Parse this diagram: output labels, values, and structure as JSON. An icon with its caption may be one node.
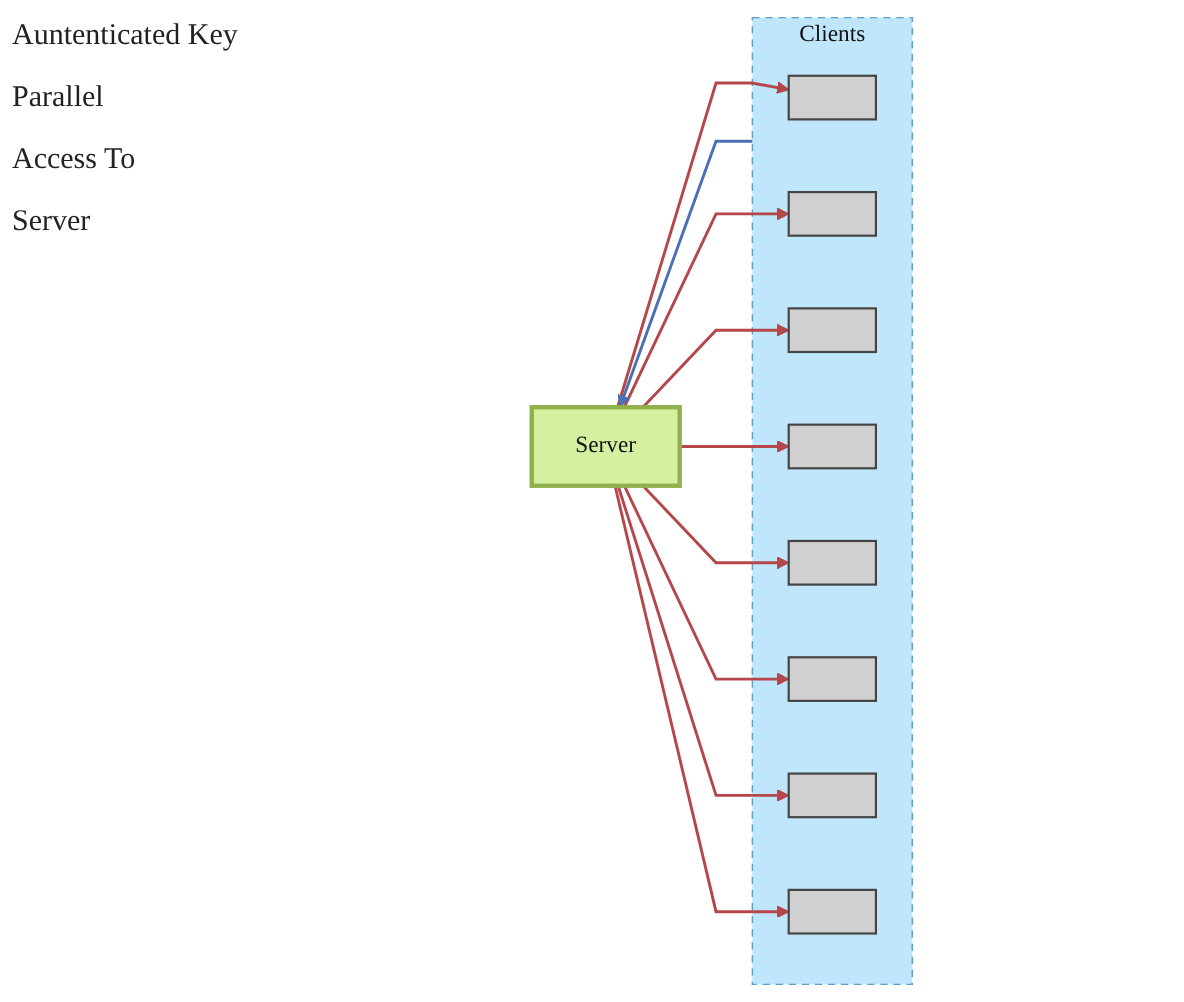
{
  "diagram": {
    "nodes": [
      {
        "text": [
          "Server"
        ]
      },
      {
        "text": [
          "Clients"
        ]
      },
      {
        "text": [],
        "shape": "box",
        "in": 1
      },
      {
        "text": [],
        "shape": "box",
        "in": 1
      },
      {
        "text": [],
        "shape": "box",
        "in": 1
      },
      {
        "text": [],
        "shape": "box",
        "in": 1
      },
      {
        "text": [],
        "shape": "box",
        "in": 1
      },
      {
        "text": [],
        "shape": "box",
        "in": 1
      },
      {
        "text": [],
        "shape": "box",
        "in": 1
      },
      {
        "text": [],
        "shape": "box",
        "in": 1
      }
    ],
    "edges": [
      {
        "from": 0,
        "to": 4,
        "arrow": "to"
      },
      {
        "from": 0,
        "to": 3,
        "arrow": "to"
      },
      {
        "from": 0,
        "to": 2,
        "arrow": "to"
      },
      {
        "from": 0,
        "to": 5,
        "arrow": "to"
      },
      {
        "from": 1,
        "to": 0,
        "arrow": "to",
        "color": "#4a6fb5"
      },
      {
        "from": 0,
        "to": 6,
        "arrow": "to"
      },
      {
        "from": 0,
        "to": 7,
        "arrow": "to"
      },
      {
        "from": 0,
        "to": 8,
        "arrow": "to"
      },
      {
        "from": 0,
        "to": 9,
        "arrow": "to"
      }
    ],
    "labels": [
      "Auntenticated Key",
      "Parallel",
      "Access To",
      "Server"
    ]
  }
}
